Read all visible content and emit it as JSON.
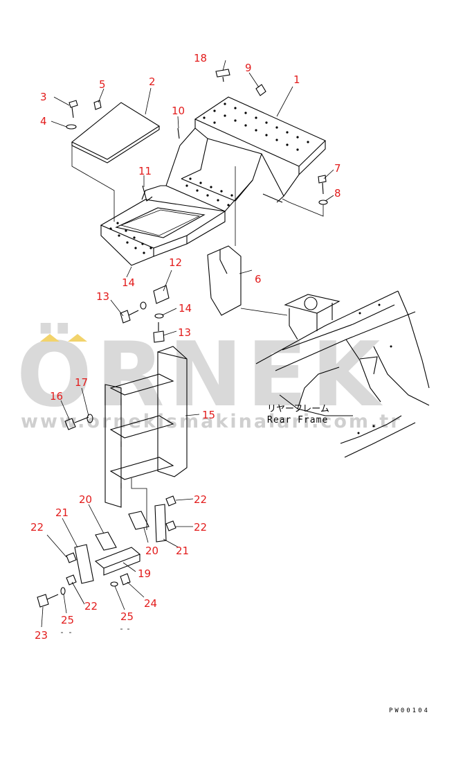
{
  "watermark": {
    "brand": "ÖRNEK",
    "url": "www.ornekismakinalari.com.tr",
    "accent_color": "#f2d36b"
  },
  "frame_label": {
    "japanese": "リヤーフレーム",
    "english": "Rear Frame"
  },
  "drawing_code": "PW00104",
  "callouts": [
    "1",
    "2",
    "3",
    "4",
    "5",
    "6",
    "7",
    "8",
    "9",
    "10",
    "11",
    "12",
    "13",
    "13",
    "14",
    "14",
    "15",
    "16",
    "17",
    "18",
    "19",
    "20",
    "20",
    "21",
    "21",
    "22",
    "22",
    "22",
    "22",
    "23",
    "24",
    "25",
    "25"
  ],
  "colors": {
    "callout": "#e21b1b",
    "line": "#000000",
    "watermark": "#d9d9d9"
  }
}
